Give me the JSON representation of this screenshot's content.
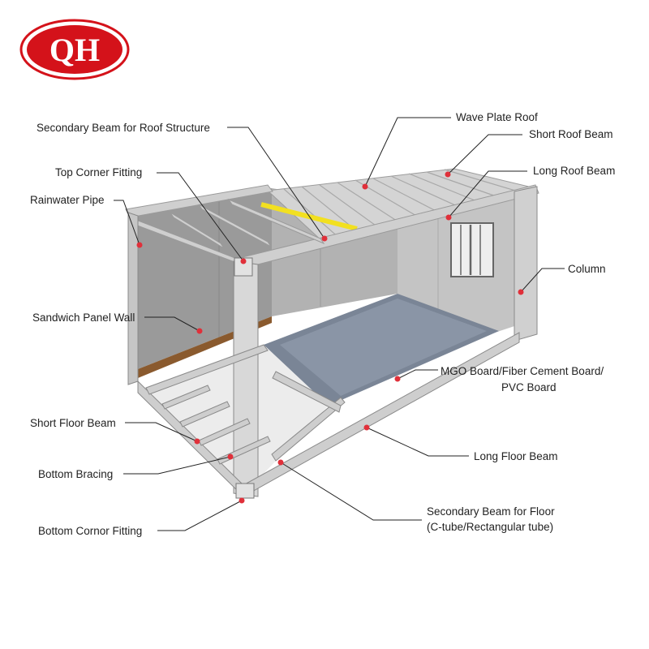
{
  "logo": {
    "text": "QH",
    "color": "#d4121a"
  },
  "marker_color": "#e0303a",
  "accent_yellow": "#f2e020",
  "labels": {
    "wave_plate_roof": "Wave Plate Roof",
    "secondary_beam_roof": "Secondary Beam for Roof Structure",
    "short_roof_beam": "Short Roof Beam",
    "top_corner_fitting": "Top Corner Fitting",
    "long_roof_beam": "Long Roof Beam",
    "rainwater_pipe": "Rainwater Pipe",
    "column": "Column",
    "sandwich_panel_wall": "Sandwich Panel Wall",
    "floor_board_line1": "MGO Board/Fiber Cement Board/",
    "floor_board_line2": "PVC Board",
    "short_floor_beam": "Short Floor Beam",
    "long_floor_beam": "Long Floor Beam",
    "bottom_bracing": "Bottom Bracing",
    "secondary_beam_floor_line1": "Secondary Beam for Floor",
    "secondary_beam_floor_line2": "(C-tube/Rectangular tube)",
    "bottom_corner_fitting": "Bottom Cornor Fitting"
  }
}
